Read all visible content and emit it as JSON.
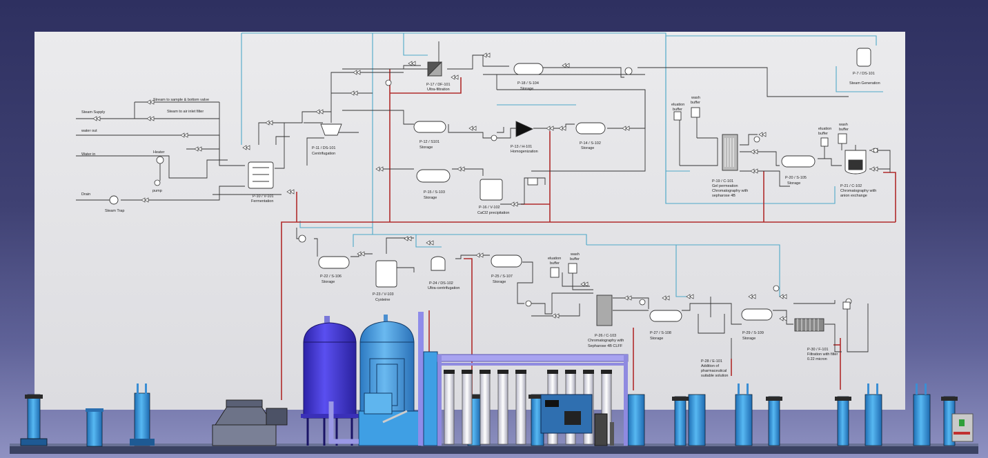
{
  "colors": {
    "background_top": "#2e3060",
    "background_bottom": "#8f92c2",
    "panel": "#e5e5e7",
    "process_line": "#333333",
    "blue_line": "#4ea8c8",
    "red_line": "#b02a2a",
    "equipment_blue": "#3fa6e6",
    "tank_violet": "#4a3fe0",
    "tank_sky": "#4ba0e2",
    "frame_lilac": "#a8a3f0"
  },
  "utilities": {
    "stream_sample": "Stream to sample & bottom valve",
    "stream_air": "Steam to air inlet filter",
    "steam_supply": "Steam Supply",
    "water_out": "water out",
    "water_in": "Water in",
    "heater": "Heater",
    "pump": "pump",
    "drain": "Drain",
    "steam_trap": "Steam Trap"
  },
  "units": {
    "p10": [
      "P-10 / V-101",
      "Fermentation"
    ],
    "p11": [
      "P-11 / DS-101",
      "Centrifugation"
    ],
    "p17": [
      "P-17 / DF-101",
      "Ultra-filtration"
    ],
    "p18": [
      "P-18 / S-104",
      "Storage"
    ],
    "p12": [
      "P-12 / S101",
      "Storage"
    ],
    "p13": [
      "P-13 / H-101",
      "Homogenization"
    ],
    "p14": [
      "P-14 / S-102",
      "Storage"
    ],
    "p15": [
      "P-15 / S-103",
      "Storage"
    ],
    "p16": [
      "P-16 / V-102",
      "CaCl2 precipitation"
    ],
    "p7": [
      "P-7 / DS-101",
      "Steam Generation"
    ],
    "p19": [
      "P-19 / C-101",
      "Gel permeation",
      "Chromatography with",
      "sepharose 4B"
    ],
    "p20": [
      "P-20 / S-105",
      "Storage"
    ],
    "p21": [
      "P-21 / C-102",
      "Chromatography with",
      "anion exchange"
    ],
    "p22": [
      "P-22 / S-106",
      "Storage"
    ],
    "p23": [
      "P-23 / V-103",
      "Cysteine"
    ],
    "p24": [
      "P-24 / DS-102",
      "Ultra-centrifugation"
    ],
    "p25": [
      "P-25 / S-107",
      "Storage"
    ],
    "p26": [
      "P-26 / C-103",
      "Chromatography with",
      "Sepharose 4B CLFF"
    ],
    "p27": [
      "P-27 / S-108",
      "Storage"
    ],
    "p28": [
      "P-28 / E-101",
      "Addition of",
      "pharmaceutical",
      "suitable solution"
    ],
    "p29": [
      "P-29 / S-109",
      "Storage"
    ],
    "p30": [
      "P-30 / F-101",
      "Filtration with filter",
      "0.22 micron"
    ]
  },
  "buffers": {
    "elution": [
      "eluation",
      "buffer"
    ],
    "wash": [
      "wash",
      "buffer"
    ]
  }
}
